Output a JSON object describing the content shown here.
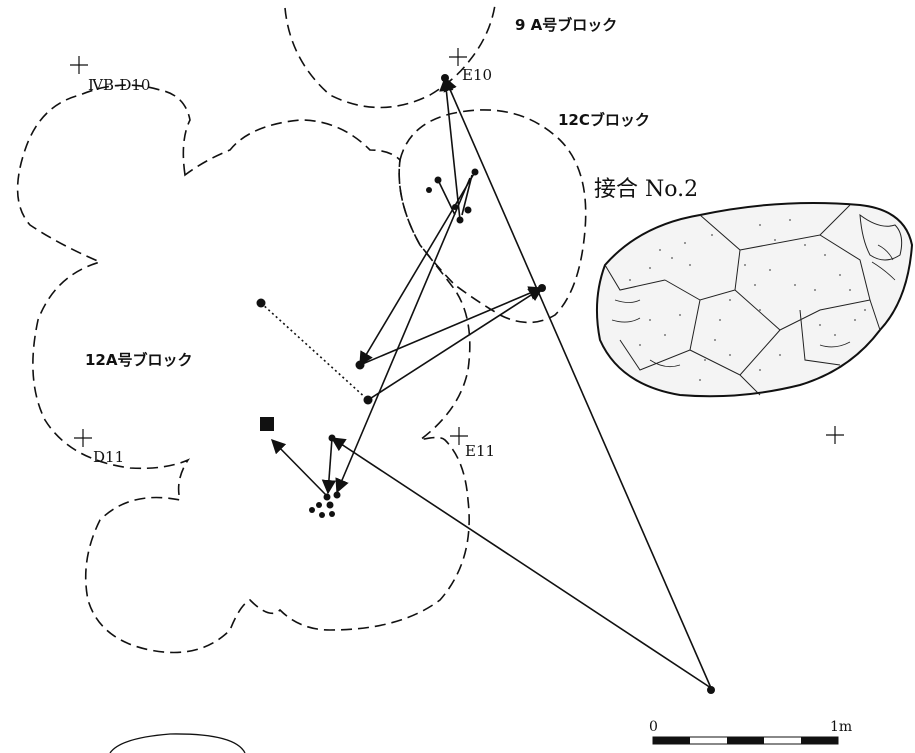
{
  "blocks": {
    "b9a": "9 A号ブロック",
    "b12c": "12Cブロック",
    "b12a": "12A号ブロック"
  },
  "grid_labels": {
    "ivb_d10": "ⅣB-D10",
    "e10": "E10",
    "d11": "D11",
    "e11": "E11"
  },
  "refit_label": "接合 No.2",
  "scale": {
    "start": "0",
    "end": "1m"
  }
}
